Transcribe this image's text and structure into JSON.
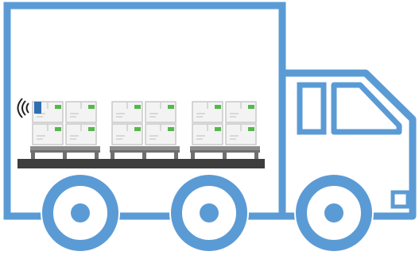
{
  "colors": {
    "outline": "#5b9bd5",
    "box_fill": "#f3f3f3",
    "box_edge": "#c9c9c9",
    "box_detail": "#cfcfcf",
    "tag": "#55b84b",
    "pallet": "#8c8c8c",
    "pallet_dark": "#6f6f6f",
    "floor": "#3d3d3d",
    "rfid_tag": "#2f6fb0",
    "wave": "#222222",
    "background": "#ffffff"
  },
  "icons": {
    "rfid_reader": "rfid-wave-icon",
    "rfid_tag": "rfid-tag-icon"
  },
  "pallets": [
    {
      "name": "pallet-1",
      "boxes": 4
    },
    {
      "name": "pallet-2",
      "boxes": 4
    },
    {
      "name": "pallet-3",
      "boxes": 4
    }
  ],
  "wheels": [
    "rear-wheel",
    "middle-wheel",
    "front-wheel"
  ]
}
